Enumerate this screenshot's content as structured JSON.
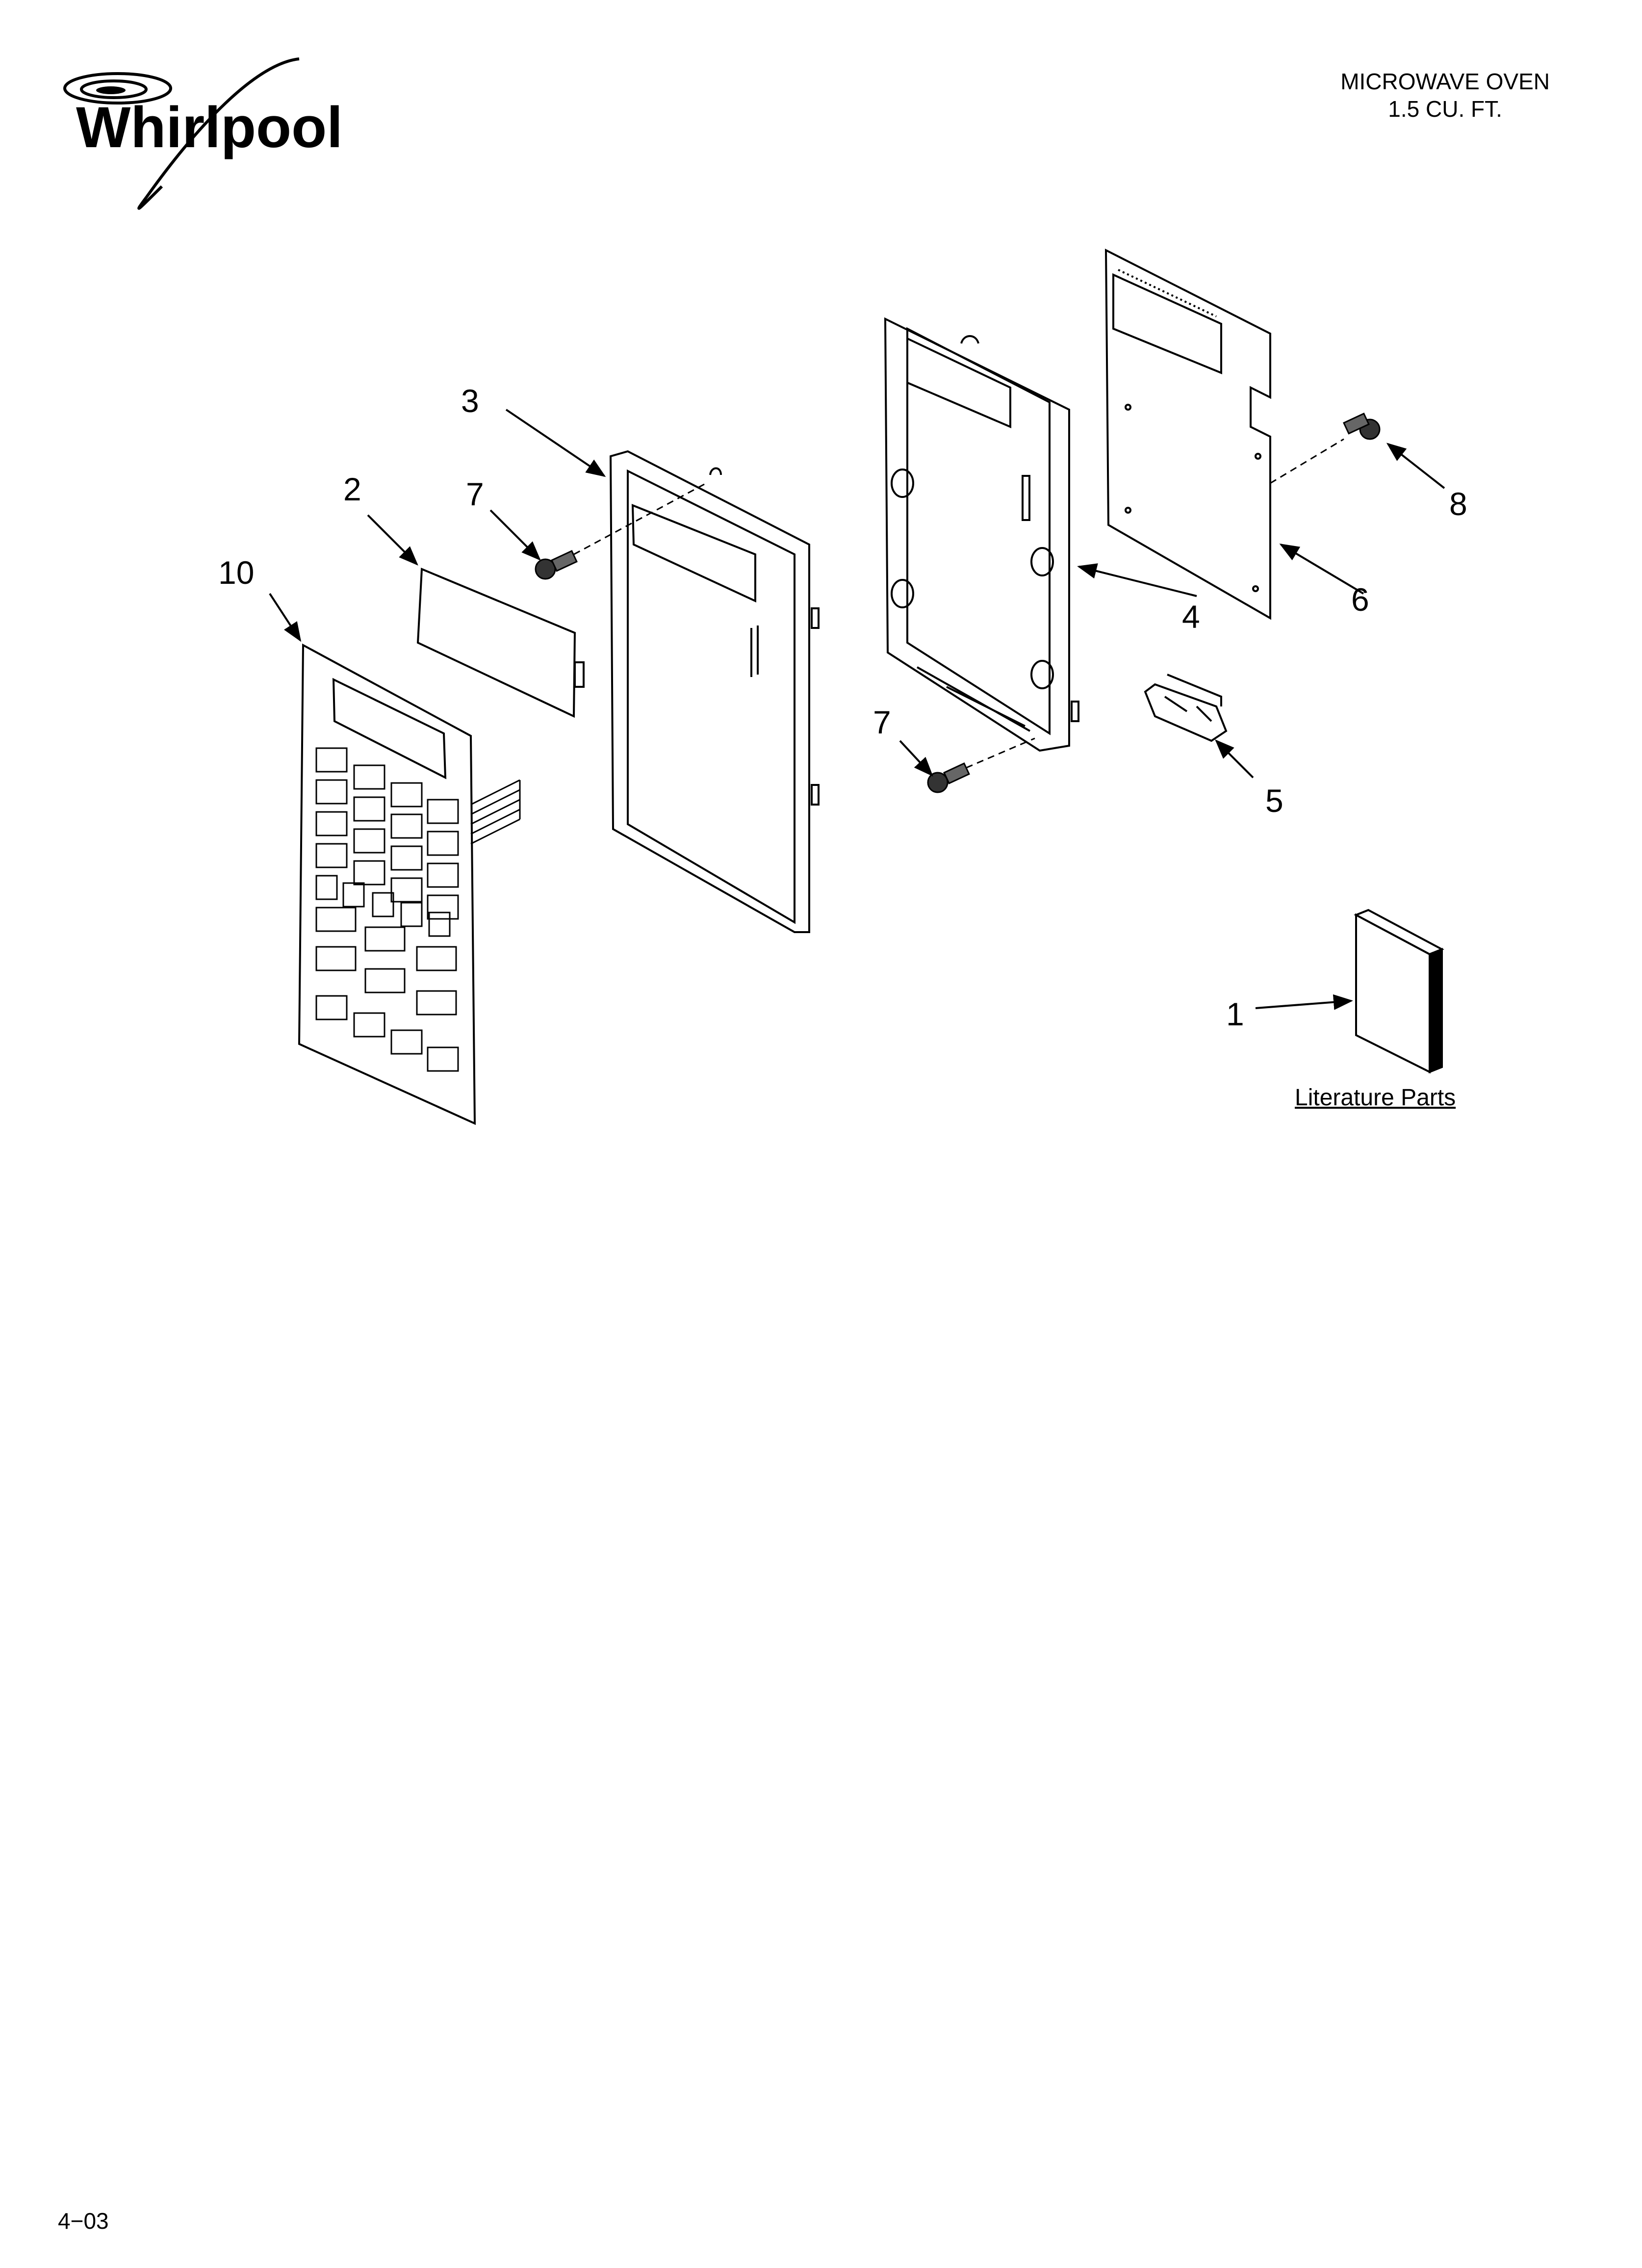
{
  "brand": {
    "name": "Whirlpool"
  },
  "header": {
    "line1": "MICROWAVE OVEN",
    "line2": "1.5 CU. FT."
  },
  "footer": {
    "code": "4−03"
  },
  "literature": {
    "label": "Literature Parts"
  },
  "callouts": {
    "c1": "1",
    "c2": "2",
    "c3": "3",
    "c4": "4",
    "c5": "5",
    "c6": "6",
    "c7a": "7",
    "c7b": "7",
    "c8": "8",
    "c10": "10"
  }
}
